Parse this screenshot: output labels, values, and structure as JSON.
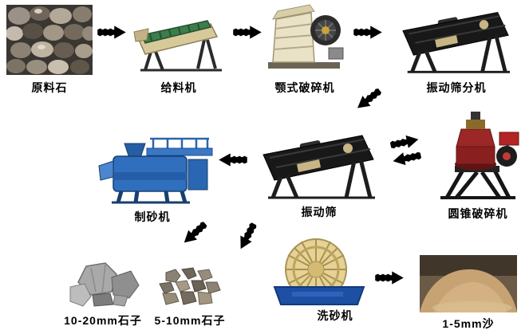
{
  "diagram": {
    "type": "process-flow",
    "language": "zh-CN",
    "nodes": [
      {
        "id": "raw-stone",
        "label": "原料石"
      },
      {
        "id": "feeder",
        "label": "给料机"
      },
      {
        "id": "jaw-crusher",
        "label": "颚式破碎机"
      },
      {
        "id": "vibrating-classifier",
        "label": "振动筛分机"
      },
      {
        "id": "sand-maker",
        "label": "制砂机"
      },
      {
        "id": "vibrating-screen",
        "label": "振动筛"
      },
      {
        "id": "cone-crusher",
        "label": "圆锥破碎机"
      },
      {
        "id": "stone-10-20",
        "label": "10-20mm石子"
      },
      {
        "id": "stone-5-10",
        "label": "5-10mm石子"
      },
      {
        "id": "sand-washer",
        "label": "洗砂机"
      },
      {
        "id": "sand-1-5",
        "label": "1-5mm沙"
      }
    ],
    "edges": [
      {
        "from": "raw-stone",
        "to": "feeder"
      },
      {
        "from": "feeder",
        "to": "jaw-crusher"
      },
      {
        "from": "jaw-crusher",
        "to": "vibrating-classifier"
      },
      {
        "from": "vibrating-classifier",
        "to": "vibrating-screen"
      },
      {
        "from": "vibrating-screen",
        "to": "cone-crusher"
      },
      {
        "from": "cone-crusher",
        "to": "vibrating-screen"
      },
      {
        "from": "vibrating-screen",
        "to": "sand-maker"
      },
      {
        "from": "vibrating-screen",
        "to": "stone-10-20"
      },
      {
        "from": "vibrating-screen",
        "to": "stone-5-10"
      },
      {
        "from": "sand-washer",
        "to": "sand-1-5"
      }
    ],
    "colors": {
      "background": "#ffffff",
      "arrow": "#000000",
      "label_text": "#000000",
      "screen_body": "#181818",
      "feeder_deck": "#3c7d4b",
      "feeder_body": "#d8c99b",
      "jaw_crusher_body": "#e9e2c6",
      "sand_maker_body": "#2f6fbe",
      "cone_crusher_body": "#8a1f1f",
      "washer_wheel": "#e6d196",
      "washer_tank": "#1d4fa3",
      "sand_pile": "#c7a374"
    }
  }
}
